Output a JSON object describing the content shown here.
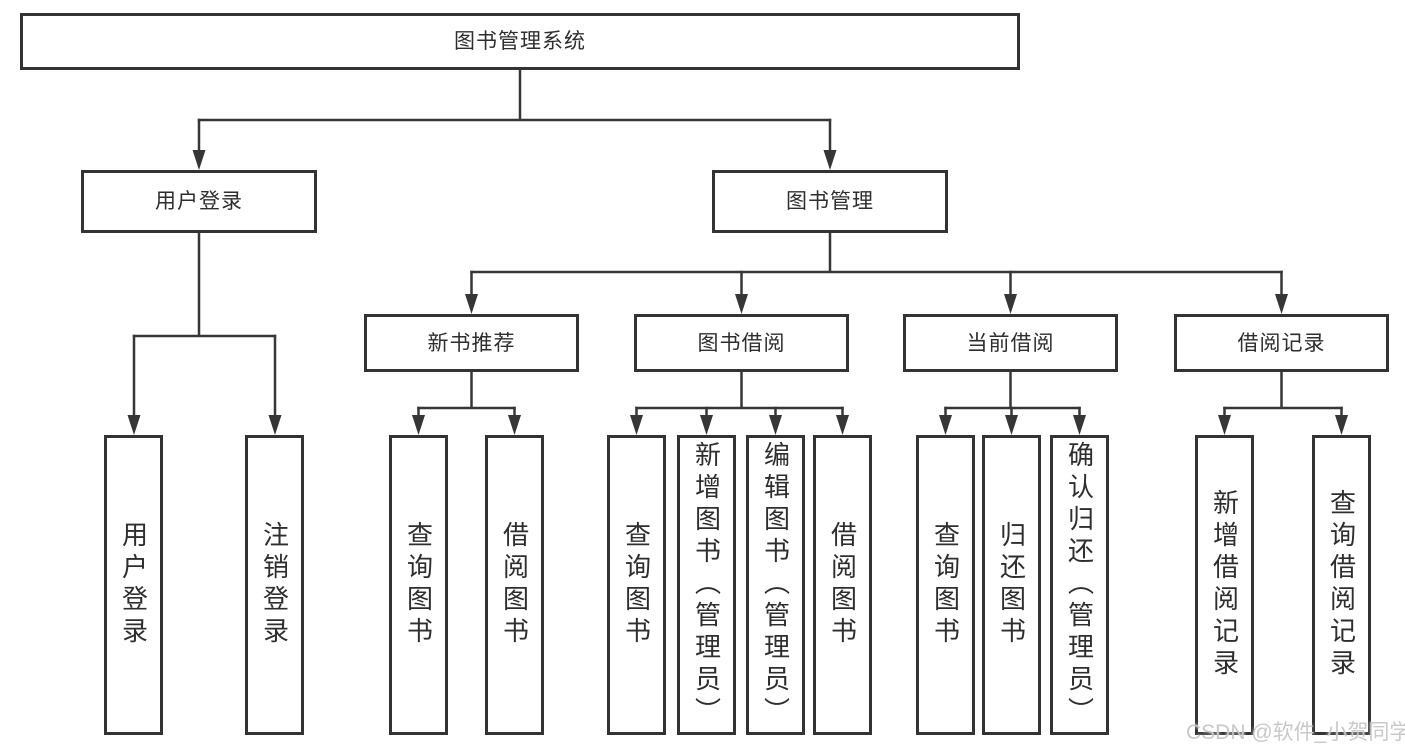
{
  "nodes": {
    "root": "图书管理系统",
    "user_login": "用户登录",
    "book_management": "图书管理",
    "new_book_recommend": "新书推荐",
    "book_borrow": "图书借阅",
    "current_borrow": "当前借阅",
    "borrow_record": "借阅记录"
  },
  "leaves": {
    "login": "用户登录",
    "logout": "注销登录",
    "recommend_query_book": "查询图书",
    "recommend_borrow_book": "借阅图书",
    "borrow_query_book": "查询图书",
    "borrow_add_book": "新增图书（管理员）",
    "borrow_edit_book": "编辑图书（管理员）",
    "borrow_borrow_book": "借阅图书",
    "current_query_book": "查询图书",
    "current_return_book": "归还图书",
    "current_confirm_return": "确认归还（管理员）",
    "record_add": "新增借阅记录",
    "record_query": "查询借阅记录"
  },
  "watermark": "CSDN @软件_小贺同学",
  "colors": {
    "line": "#363636",
    "text": "#2e2e2e",
    "watermark": "#c6c6c6",
    "background": "#ffffff"
  }
}
